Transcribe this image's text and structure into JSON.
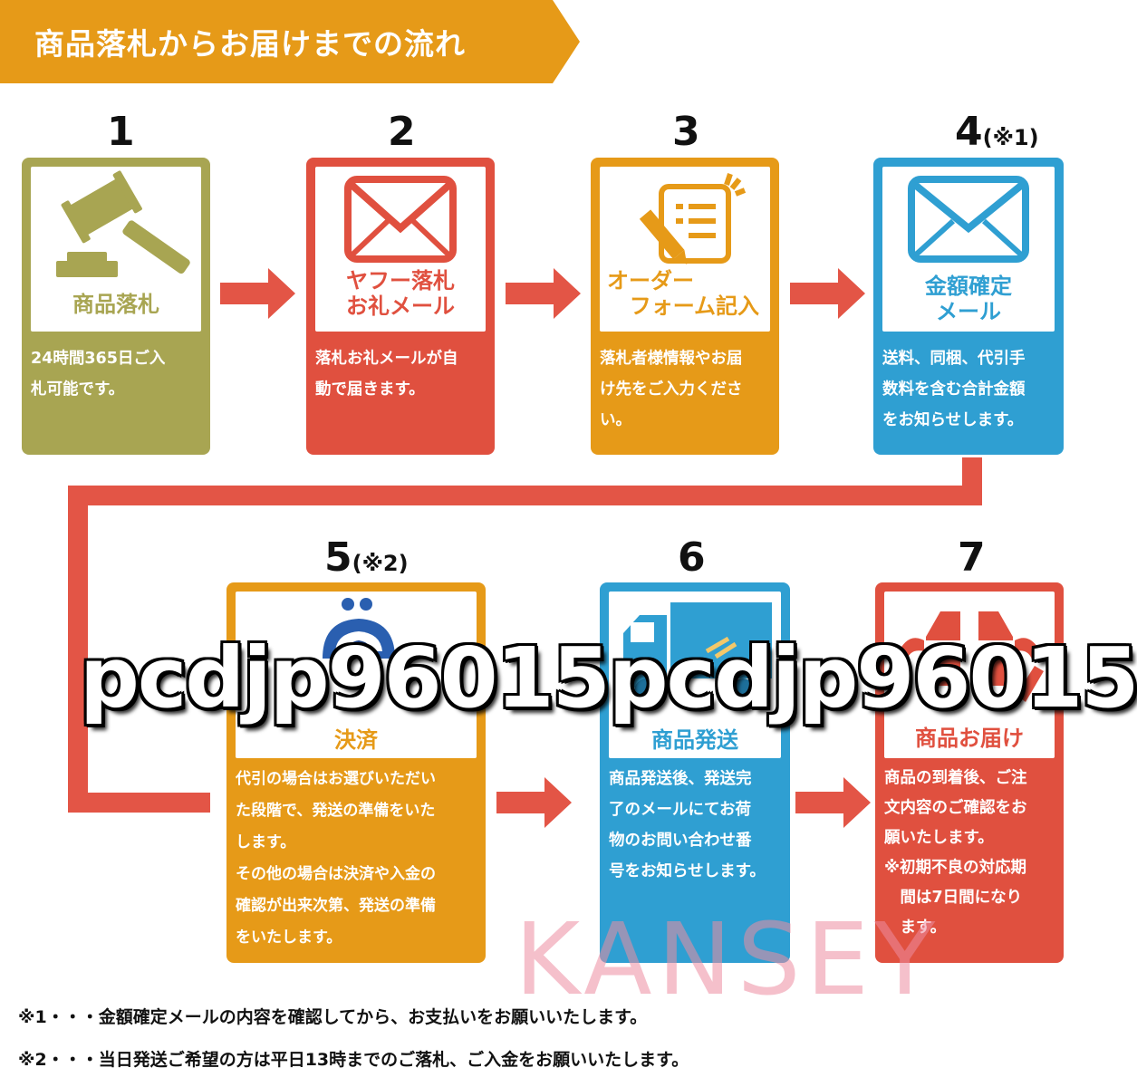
{
  "title": "商品落札からお届けまでの流れ",
  "colors": {
    "banner": "#e69a18",
    "olive": "#a8a552",
    "red": "#e0503f",
    "orange": "#e69a18",
    "blue": "#2f9fd2",
    "arrow": "#e35546"
  },
  "steps": [
    {
      "num": "1",
      "note": "",
      "label1": "商品落札",
      "label2": "",
      "desc": [
        "24時間365日ご入",
        "札可能です。"
      ],
      "icon": "gavel-icon"
    },
    {
      "num": "2",
      "note": "",
      "label1": "ヤフー落札",
      "label2": "お礼メール",
      "desc": [
        "落札お礼メールが自",
        "動で届きます。"
      ],
      "icon": "envelope-icon"
    },
    {
      "num": "3",
      "note": "",
      "label1": "オーダー",
      "label2": "フォーム記入",
      "desc": [
        "落札者様情報やお届",
        "け先をご入力くださ",
        "い。"
      ],
      "icon": "form-pencil-icon"
    },
    {
      "num": "4",
      "note": "(※1)",
      "label1": "金額確定",
      "label2": "メール",
      "desc": [
        "送料、同梱、代引手",
        "数料を含む合計金額",
        "をお知らせします。"
      ],
      "icon": "envelope-icon"
    },
    {
      "num": "5",
      "note": "(※2)",
      "label1": "決済",
      "label2": "",
      "desc": [
        "代引の場合はお選びいただい",
        "た段階で、発送の準備をいた",
        "します。",
        "その他の場合は決済や入金の",
        "確認が出来次第、発送の準備",
        "をいたします。"
      ],
      "icon": "wallet-icon"
    },
    {
      "num": "6",
      "note": "",
      "label1": "商品発送",
      "label2": "",
      "desc": [
        "商品発送後、発送完",
        "了のメールにてお荷",
        "物のお問い合わせ番",
        "号をお知らせします。"
      ],
      "icon": "truck-icon"
    },
    {
      "num": "7",
      "note": "",
      "label1": "商品お届け",
      "label2": "",
      "desc": [
        "商品の到着後、ご注",
        "文内容のご確認をお",
        "願いたします。",
        "※初期不良の対応期",
        "　間は7日間になり",
        "　ます。"
      ],
      "icon": "package-hands-icon"
    }
  ],
  "watermark": "pcdjp96015pcdjp96015",
  "brand_watermark": "KANSEY",
  "notes": [
    "※1・・・金額確定メールの内容を確認してから、お支払いをお願いいたします。",
    "※2・・・当日発送ご希望の方は平日13時までのご落札、ご入金をお願いいたします。"
  ]
}
